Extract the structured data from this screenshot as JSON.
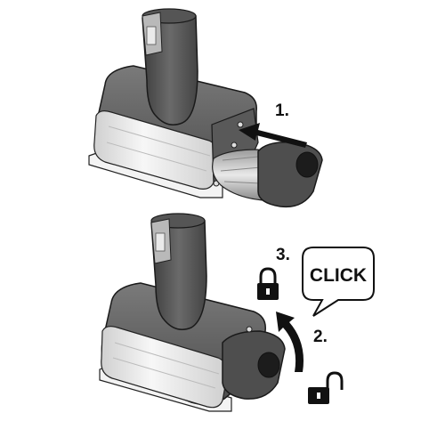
{
  "steps": [
    {
      "number": "1."
    },
    {
      "number": "2."
    },
    {
      "number": "3."
    }
  ],
  "callout": {
    "text": "CLICK"
  },
  "icons": {
    "locked": "padlock-locked-icon",
    "unlocked": "padlock-unlocked-icon"
  },
  "colors": {
    "body_dark": "#4a4a4a",
    "body_mid": "#6b6b6b",
    "body_light": "#8c8c8c",
    "transparent_panel": "#e4e4e4",
    "foot": "#f2f2f2",
    "outline": "#1a1a1a"
  }
}
